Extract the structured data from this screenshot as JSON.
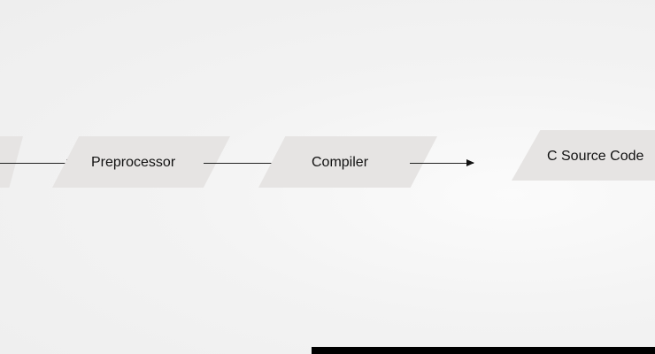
{
  "diagram": {
    "nodes": [
      {
        "id": "partial",
        "label": ""
      },
      {
        "id": "preprocessor",
        "label": "Preprocessor"
      },
      {
        "id": "compiler",
        "label": "Compiler"
      },
      {
        "id": "source",
        "label": "C Source Code"
      }
    ],
    "edges": [
      {
        "from": "partial",
        "to": "preprocessor"
      },
      {
        "from": "preprocessor",
        "to": "compiler"
      },
      {
        "from": "compiler",
        "to": "source"
      }
    ],
    "colors": {
      "node_fill": "#e6e4e3",
      "arrow": "#111111",
      "background": "#f0f0f0"
    }
  }
}
